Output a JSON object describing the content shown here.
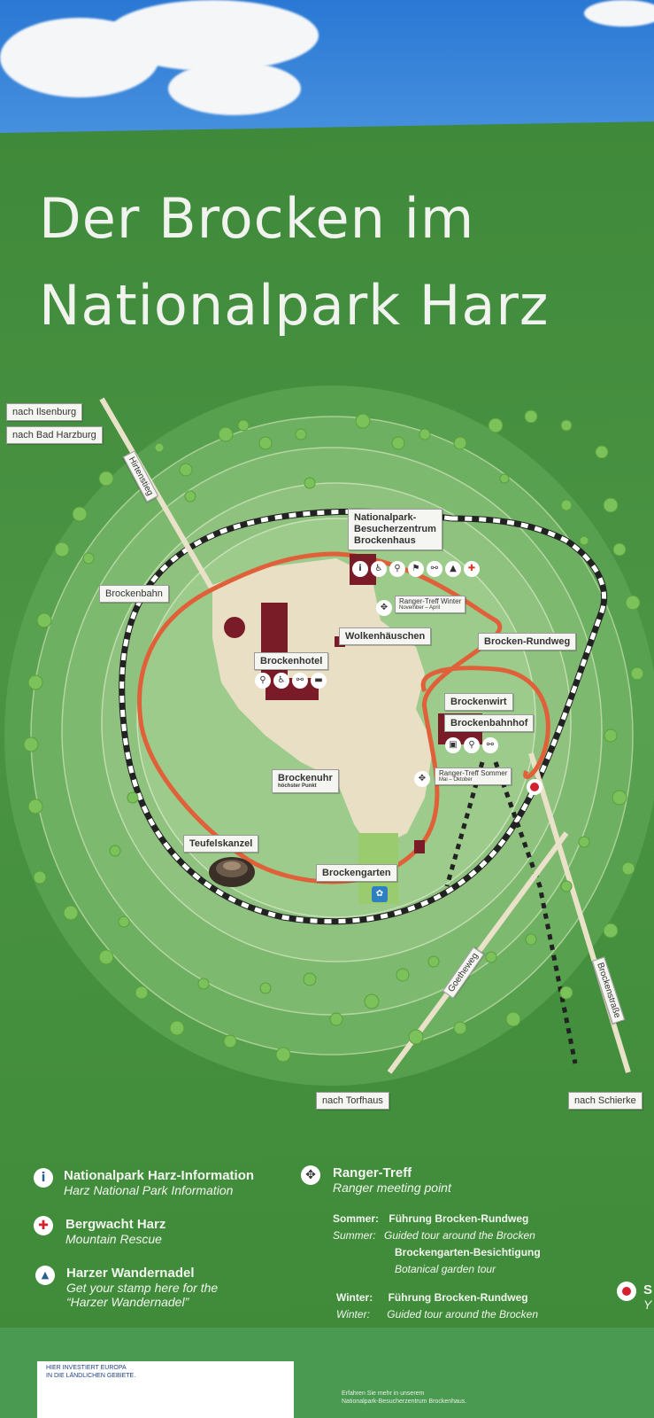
{
  "title": {
    "line1": "Der Brocken im",
    "line2": "Nationalpark Harz"
  },
  "map": {
    "directions": {
      "ilsenburg": "nach Ilsenburg",
      "bad_harzburg": "nach Bad Harzburg",
      "torfhaus": "nach Torfhaus",
      "schierke": "nach Schierke"
    },
    "paths": {
      "hirtenstieg": "Hirtenstieg",
      "goetheweg": "Goetheweg",
      "brockenstrasse": "Brockenstraße"
    },
    "places": {
      "brockenbahn": "Brockenbahn",
      "nationalpark_bz_l1": "Nationalpark-",
      "nationalpark_bz_l2": "Besucherzentrum",
      "nationalpark_bz_l3": "Brockenhaus",
      "ranger_winter": "Ranger-Treff Winter",
      "ranger_winter_dates": "November – April",
      "wolkenhaeuschen": "Wolkenhäuschen",
      "brocken_rundweg": "Brocken-Rundweg",
      "brockenhotel": "Brockenhotel",
      "brockenwirt": "Brockenwirt",
      "brockenbahnhof": "Brockenbahnhof",
      "brockenuhr": "Brockenuhr",
      "brockenuhr_sub": "höchster Punkt",
      "ranger_sommer": "Ranger-Treff Sommer",
      "ranger_sommer_dates": "Mai – Oktober",
      "teufelskanzel": "Teufelskanzel",
      "brockengarten": "Brockengarten"
    },
    "colors": {
      "rundweg": "#e0603a",
      "rail": "#2a2a2a",
      "building": "#7a1b28",
      "plateau": "#e8dfc4"
    }
  },
  "legend": {
    "info_title": "Nationalpark Harz-Information",
    "info_en": "Harz National Park Information",
    "rescue_title": "Bergwacht Harz",
    "rescue_en": "Mountain Rescue",
    "stamp_title": "Harzer Wandernadel",
    "stamp_en1": "Get your stamp here for the",
    "stamp_en2": "“Harzer Wandernadel”",
    "ranger_title": "Ranger-Treff",
    "ranger_en": "Ranger meeting point",
    "sommer_de_label": "Sommer:",
    "sommer_de_text": "Führung Brocken-Rundweg",
    "sommer_en_label": "Summer:",
    "sommer_en_text": "Guided tour around the Brocken",
    "garten_de": "Brockengarten-Besichtigung",
    "garten_en": "Botanical garden tour",
    "winter_de_label": "Winter:",
    "winter_de_text": "Führung Brocken-Rundweg",
    "winter_en_label": "Winter:",
    "winter_en_text": "Guided tour around the Brocken",
    "cut_s": "S",
    "cut_y": "Y"
  },
  "footer": {
    "eu_l1": "HIER INVESTIERT EUROPA",
    "eu_l2": "IN DIE LÄNDLICHEN GEBIETE.",
    "note_l1": "Erfahren Sie mehr in unserem",
    "note_l2": "Nationalpark-Besucherzentrum Brockenhaus."
  }
}
